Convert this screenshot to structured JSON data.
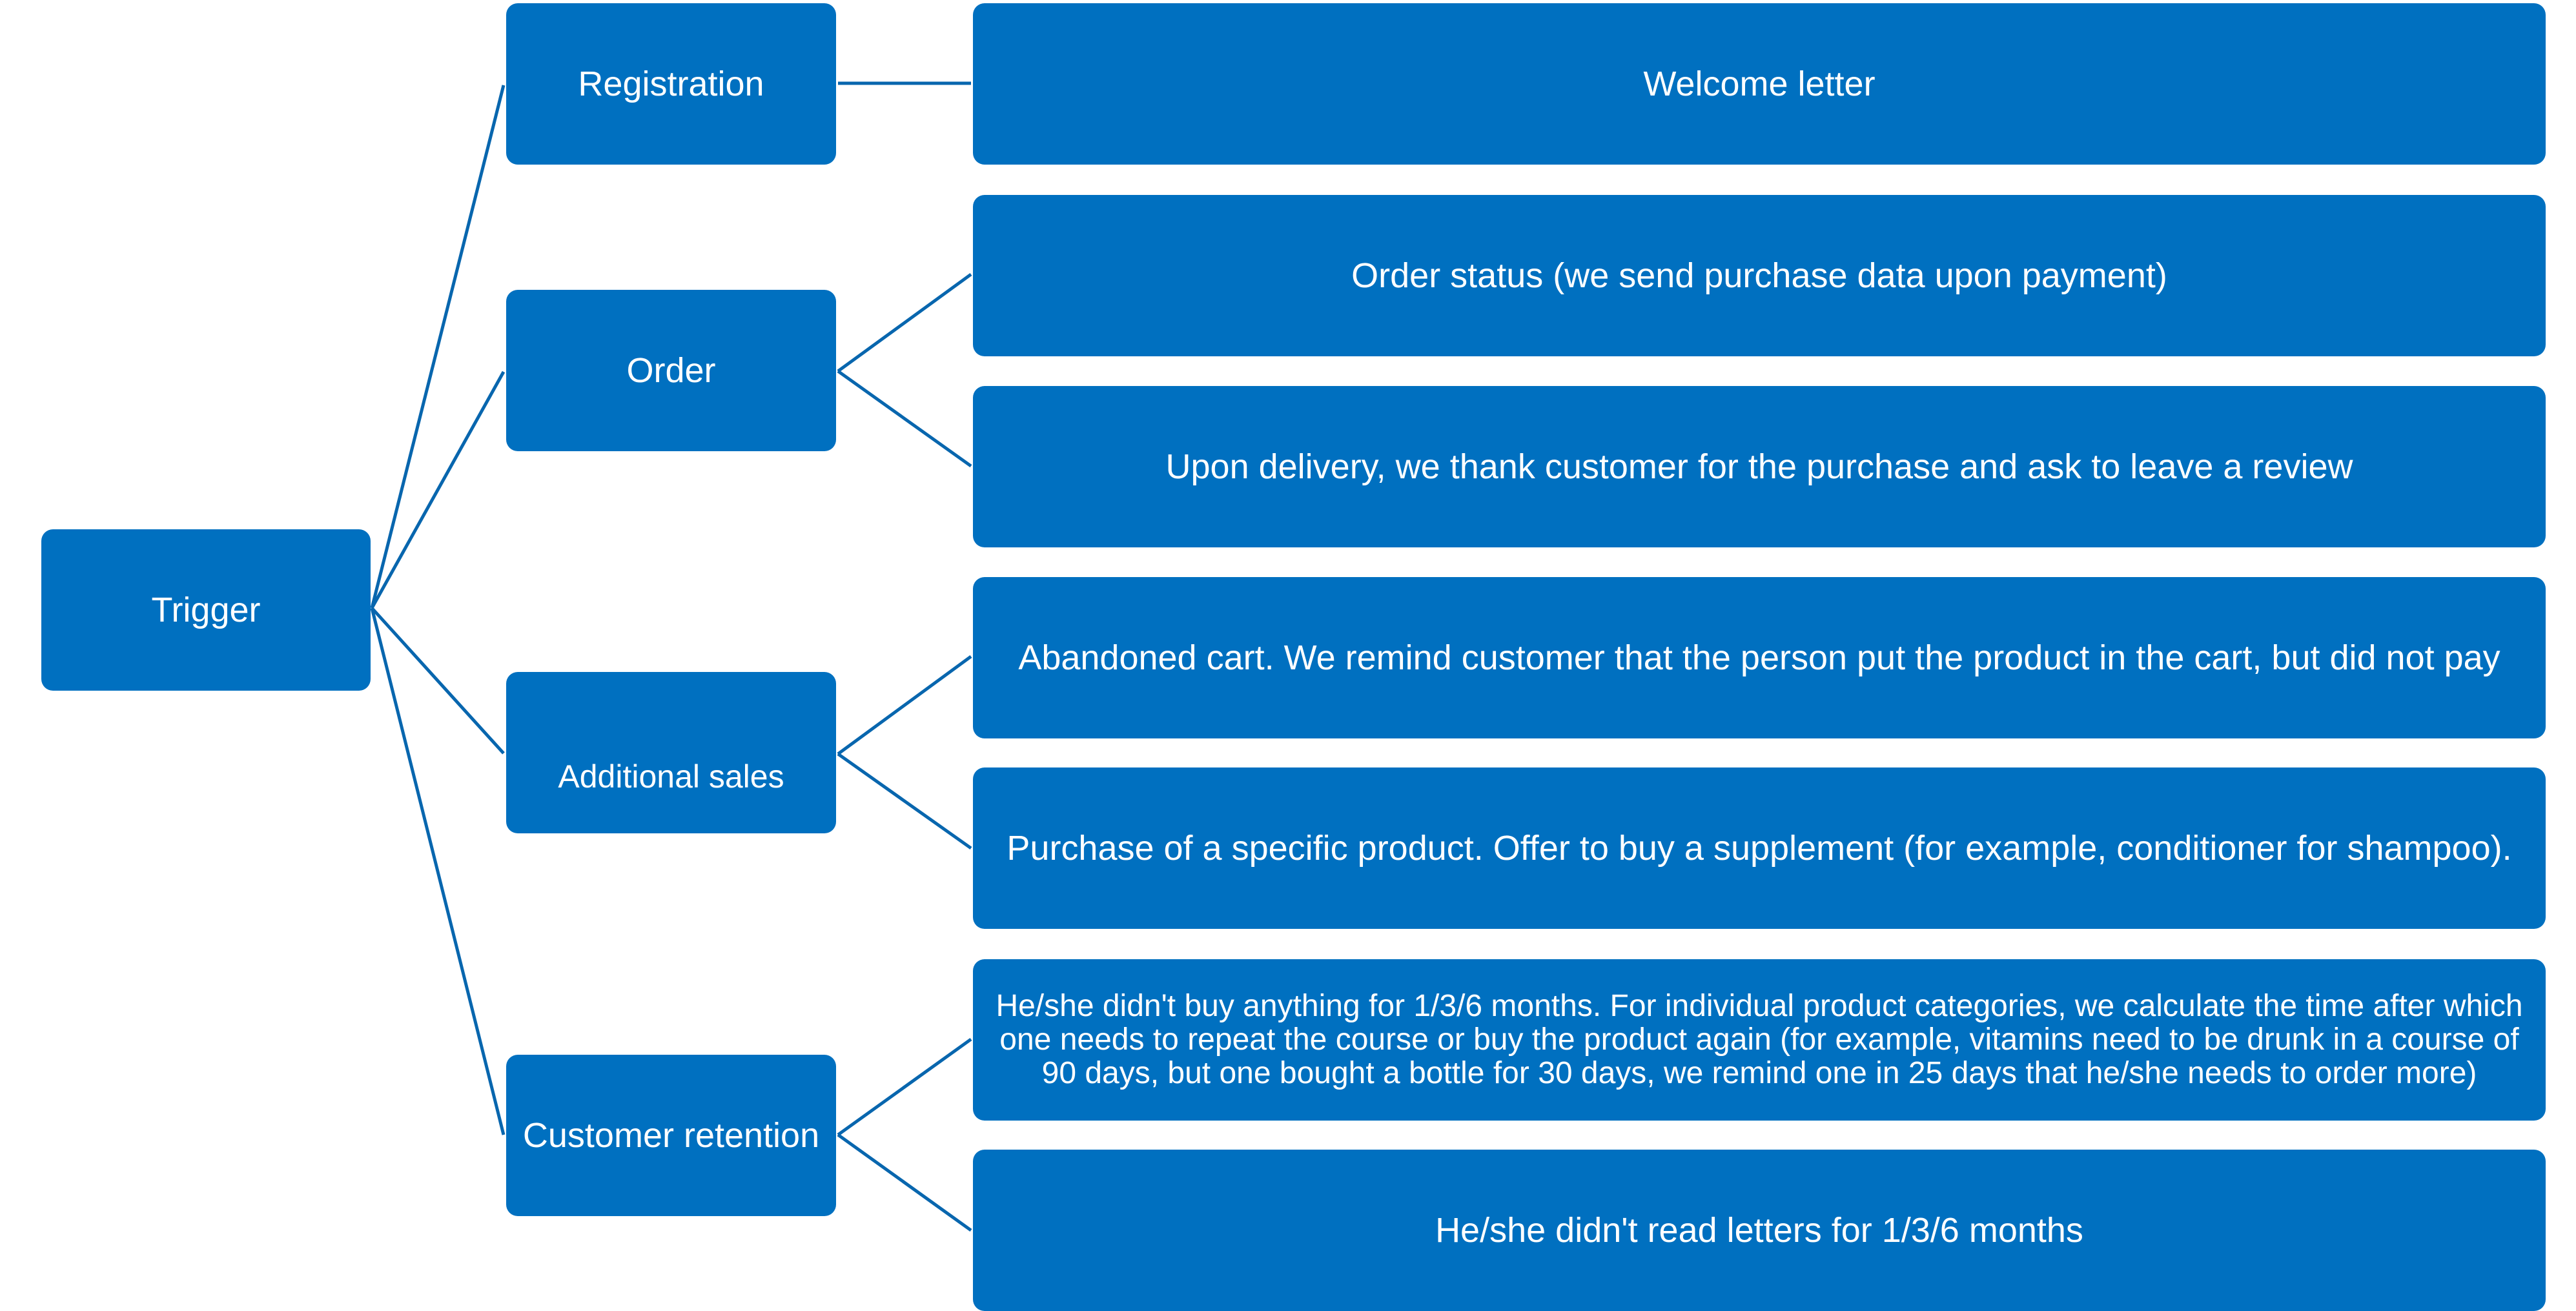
{
  "diagram": {
    "root": {
      "label": "Trigger"
    },
    "categories": [
      {
        "label": "Registration",
        "actions": [
          {
            "label": "Welcome letter"
          }
        ]
      },
      {
        "label": "Order",
        "actions": [
          {
            "label": "Order status (we send purchase data upon payment)"
          },
          {
            "label": "Upon delivery, we thank customer for the purchase and ask to leave a review"
          }
        ]
      },
      {
        "label": "Additional sales",
        "actions": [
          {
            "label": "Abandoned cart. We remind customer that the person put the product in the cart, but did not pay"
          },
          {
            "label": "Purchase of a specific product. Offer to buy a supplement (for example, conditioner for shampoo)."
          }
        ]
      },
      {
        "label": "Customer retention",
        "actions": [
          {
            "label": "He/she didn't buy anything for 1/3/6 months. For individual product categories, we calculate the time after which one needs to repeat the course or buy the product again (for example, vitamins need to be drunk in a course of 90 days, but one bought a bottle for 30 days, we remind one in 25 days that he/she needs to order more)"
          },
          {
            "label": "He/she didn't read letters for 1/3/6 months"
          }
        ]
      }
    ],
    "colors": {
      "box_fill": "#0070c0",
      "connector": "#0866ae",
      "text": "#ffffff",
      "background": "#ffffff"
    }
  }
}
